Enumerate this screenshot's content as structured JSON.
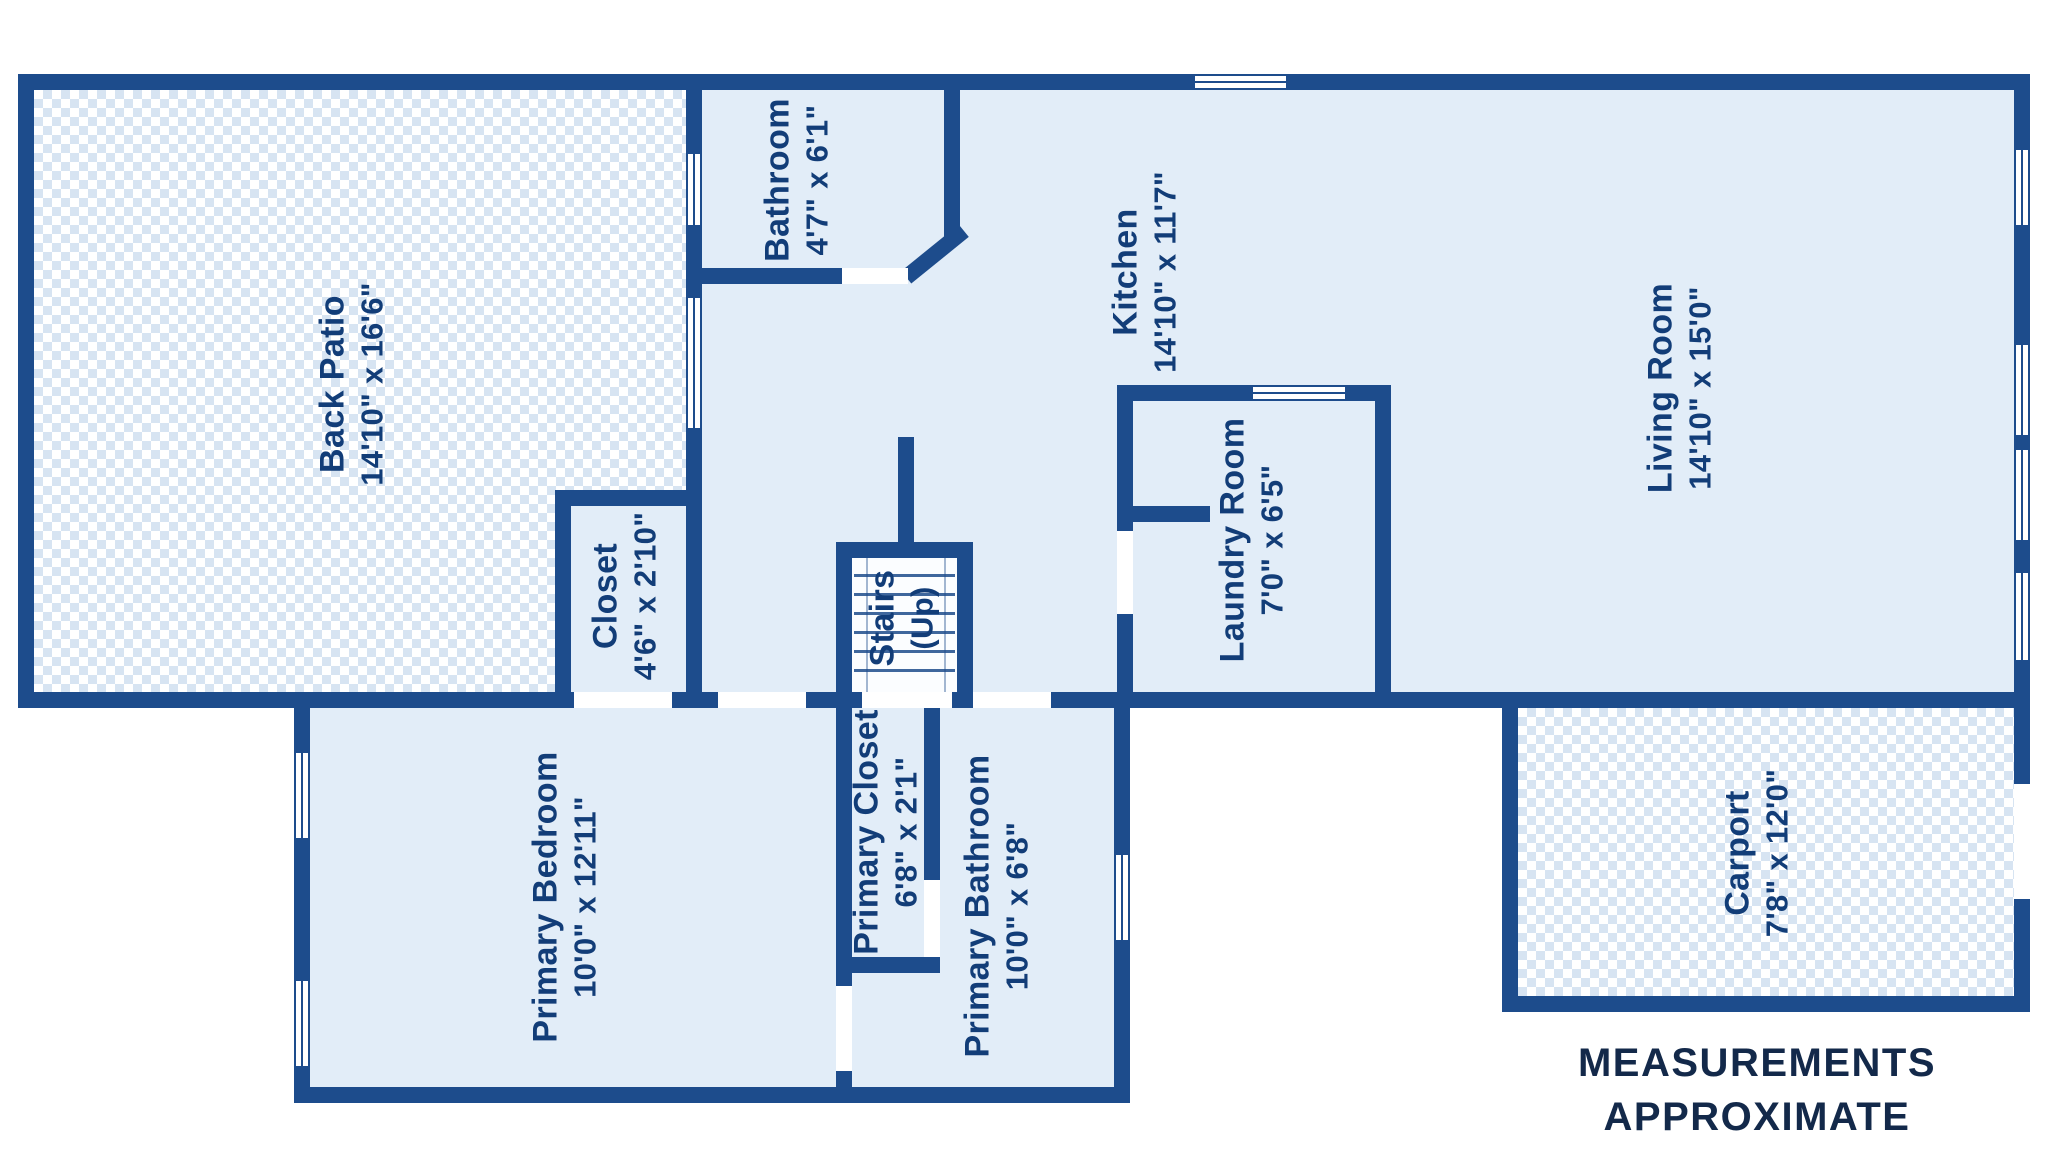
{
  "colors": {
    "wall": "#1d4c8c",
    "room_fill": "#e2edf8",
    "checker": "#d7e4f2",
    "label": "#123d78",
    "footer_text": "#13294a"
  },
  "rooms": {
    "back_patio": {
      "name": "Back Patio",
      "dims": "14'10\" x 16'6\""
    },
    "bathroom": {
      "name": "Bathroom",
      "dims": "4'7\" x 6'1\""
    },
    "kitchen": {
      "name": "Kitchen",
      "dims": "14'10\" x 11'7\""
    },
    "living_room": {
      "name": "Living Room",
      "dims": "14'10\" x 15'0\""
    },
    "closet": {
      "name": "Closet",
      "dims": "4'6\" x 2'10\""
    },
    "stairs": {
      "name": "Stairs",
      "dims": "(Up)"
    },
    "laundry": {
      "name": "Laundry Room",
      "dims": "7'0\" x 6'5\""
    },
    "primary_bedroom": {
      "name": "Primary Bedroom",
      "dims": "10'0\" x 12'11\""
    },
    "primary_closet": {
      "name": "Primary Closet",
      "dims": "6'8\" x 2'1\""
    },
    "primary_bathroom": {
      "name": "Primary Bathroom",
      "dims": "10'0\" x 6'8\""
    },
    "carport": {
      "name": "Carport",
      "dims": "7'8\" x 12'0\""
    }
  },
  "footer": {
    "line1": "MEASUREMENTS",
    "line2": "APPROXIMATE"
  }
}
